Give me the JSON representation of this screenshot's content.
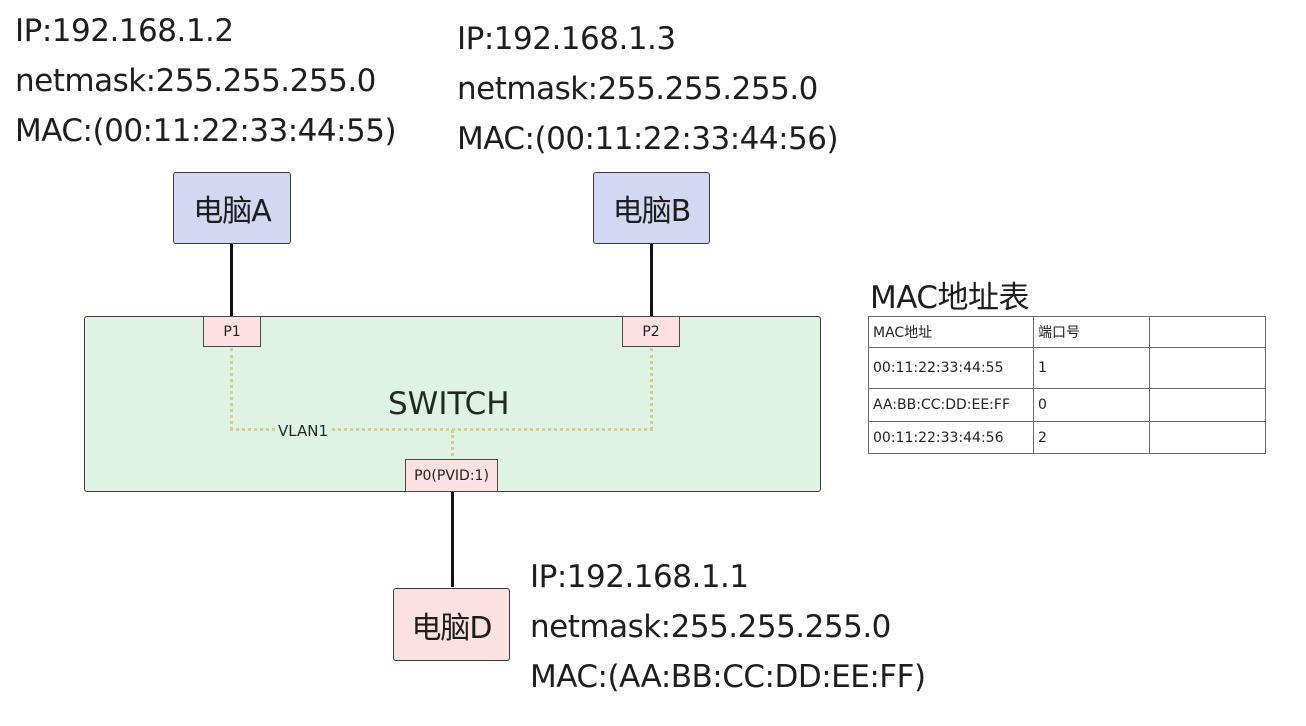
{
  "diagram": {
    "title": "VLAN switch MAC learning topology",
    "colors": {
      "computer_ab_fill": "#d3d8f2",
      "computer_d_fill": "#fde0e0",
      "switch_fill": "#dff3e4",
      "port_fill": "#fde0e0",
      "vlan_line": "#d3ce8a"
    }
  },
  "computers": {
    "a": {
      "label": "电脑A",
      "ip": "IP:192.168.1.2",
      "netmask": "netmask:255.255.255.0",
      "mac": "MAC:(00:11:22:33:44:55)"
    },
    "b": {
      "label": "电脑B",
      "ip": "IP:192.168.1.3",
      "netmask": "netmask:255.255.255.0",
      "mac": "MAC:(00:11:22:33:44:56)"
    },
    "d": {
      "label": "电脑D",
      "ip": "IP:192.168.1.1",
      "netmask": "netmask:255.255.255.0",
      "mac": "MAC:(AA:BB:CC:DD:EE:FF)"
    }
  },
  "switch": {
    "label": "SWITCH",
    "vlan": "VLAN1",
    "ports": {
      "p1": "P1",
      "p2": "P2",
      "p0": "P0(PVID:1)"
    }
  },
  "mac_table": {
    "title": "MAC地址表",
    "headers": [
      "MAC地址",
      "端口号",
      ""
    ],
    "rows": [
      [
        "00:11:22:33:44:55",
        "1",
        ""
      ],
      [
        "AA:BB:CC:DD:EE:FF",
        "0",
        ""
      ],
      [
        "00:11:22:33:44:56",
        "2",
        ""
      ]
    ]
  }
}
